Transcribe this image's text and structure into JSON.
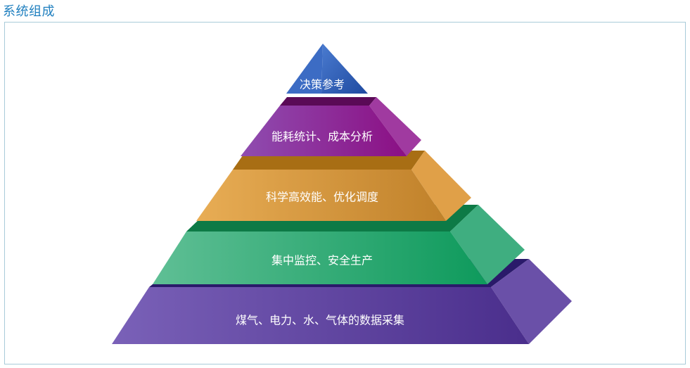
{
  "page": {
    "title": "系统组成"
  },
  "pyramid": {
    "layers": [
      {
        "label": "决策参考",
        "color": "#2f5cb0"
      },
      {
        "label": "能耗统计、成本分析",
        "color": "#9a1f93"
      },
      {
        "label": "科学高效能、优化调度",
        "color": "#d39335"
      },
      {
        "label": "集中监控、安全生产",
        "color": "#1ea36d"
      },
      {
        "label": "煤气、电力、水、气体的数据采集",
        "color": "#5a3b9c"
      }
    ]
  }
}
